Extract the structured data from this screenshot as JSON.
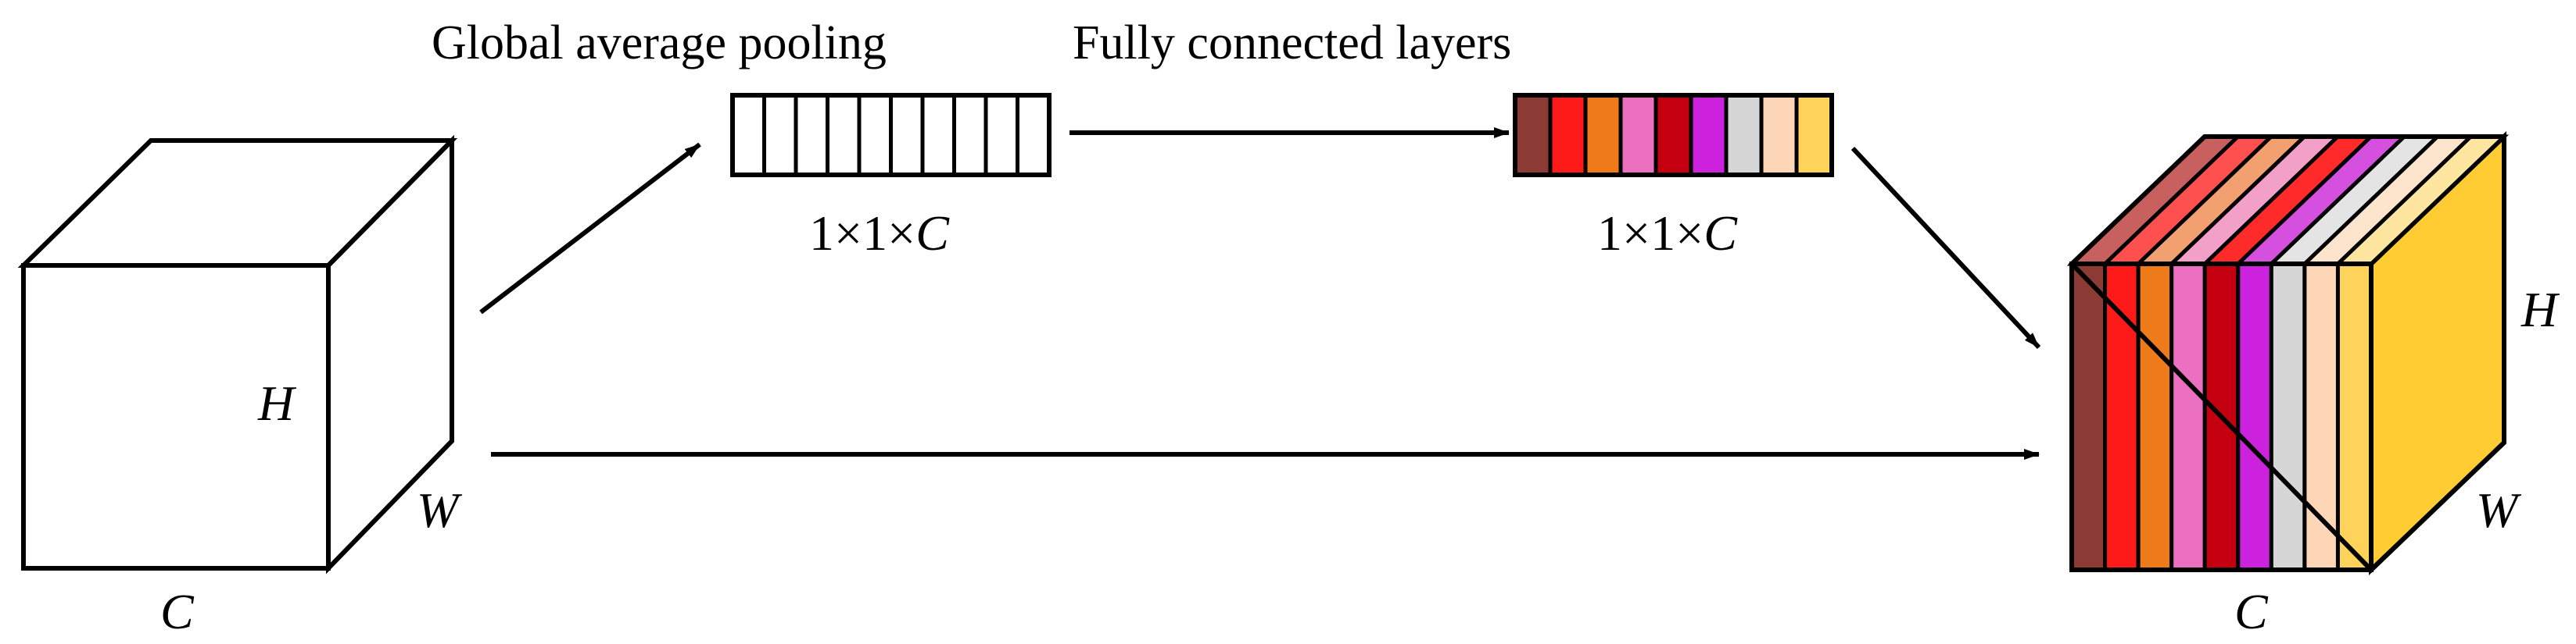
{
  "labels": {
    "gap": "Global average pooling",
    "fc": "Fully connected layers"
  },
  "input_cube": {
    "h": "H",
    "w": "W",
    "c": "C"
  },
  "pooled_vector": {
    "cells": 10,
    "dim_prefix": "1×1×",
    "dim_c": "C"
  },
  "weight_vector": {
    "dim_prefix": "1×1×",
    "dim_c": "C",
    "colors": [
      "#8b3a34",
      "#ff1a1a",
      "#ef7a1a",
      "#ec70c0",
      "#c40010",
      "#cc22dd",
      "#d6d6d6",
      "#fdd6b8",
      "#ffd35a"
    ]
  },
  "output_cube": {
    "h": "H",
    "w": "W",
    "c": "C",
    "front_colors": [
      "#8b3a34",
      "#ff1a1a",
      "#ef7a1a",
      "#ec70c0",
      "#c40010",
      "#cc22dd",
      "#d6d6d6",
      "#fdd6b8",
      "#ffd35a"
    ],
    "top_colors": [
      "#c86060",
      "#ff5050",
      "#f2a070",
      "#f3a0c8",
      "#ff2a2a",
      "#d650e0",
      "#e4e4e4",
      "#fde4cc",
      "#ffe6a0"
    ],
    "side_color": "#ffcc33"
  }
}
